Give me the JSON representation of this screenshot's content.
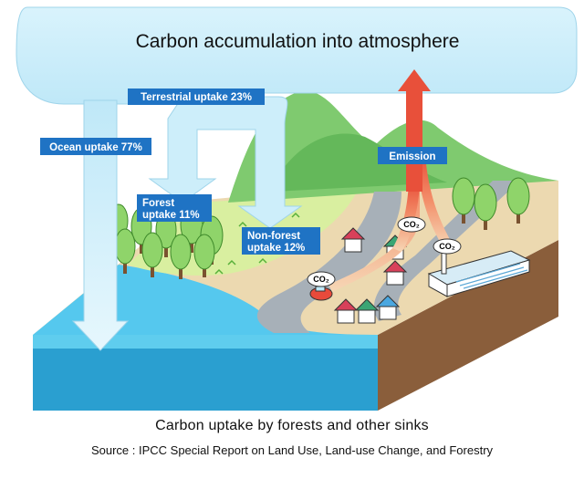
{
  "title": "Carbon accumulation into atmosphere",
  "labels": {
    "terrestrial": "Terrestrial uptake 23%",
    "ocean": "Ocean uptake 77%",
    "forest_line1": "Forest",
    "forest_line2": "uptake 11%",
    "nonforest_line1": "Non-forest",
    "nonforest_line2": "uptake 12%",
    "emission": "Emission",
    "co2": "CO₂"
  },
  "caption": "Carbon uptake by forests and other sinks",
  "source": "Source : IPCC Special Report on Land Use, Land-use Change, and Forestry",
  "colors": {
    "atmosphere": "#c9ecf9",
    "label_bg": "#1f73c4",
    "emission_arrow": "#ef6a4a",
    "ocean": "#52c7ec",
    "ground": "#ecd9b0",
    "grass": "#d8ef9c",
    "mountain": "#76c468",
    "road": "#a7b0b8"
  }
}
